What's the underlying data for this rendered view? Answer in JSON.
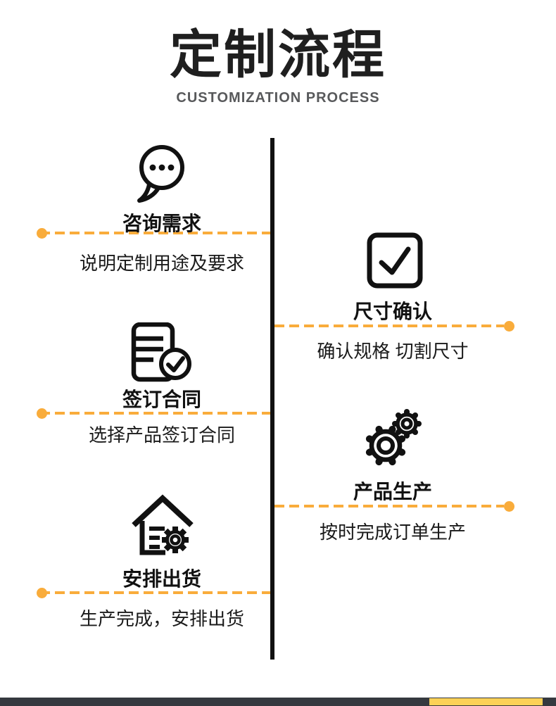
{
  "page": {
    "title": "定制流程",
    "subtitle": "CUSTOMIZATION PROCESS"
  },
  "colors": {
    "accent_orange": "#f9ac3b",
    "icon_black": "#111111",
    "subtitle_gray": "#58595b",
    "footer_bar_dark": "#35393f",
    "footer_accent_yellow": "#fcd157"
  },
  "steps": {
    "left": [
      {
        "icon": "chat-bubble-icon",
        "label": "咨询需求",
        "description": "说明定制用途及要求"
      },
      {
        "icon": "contract-check-icon",
        "label": "签订合同",
        "description": "选择产品签订合同"
      },
      {
        "icon": "shipping-house-gear-icon",
        "label": "安排出货",
        "description": "生产完成，安排出货"
      }
    ],
    "right": [
      {
        "icon": "checkbox-check-icon",
        "label": "尺寸确认",
        "description": "确认规格 切割尺寸"
      },
      {
        "icon": "gears-icon",
        "label": "产品生产",
        "description": "按时完成订单生产"
      }
    ]
  }
}
